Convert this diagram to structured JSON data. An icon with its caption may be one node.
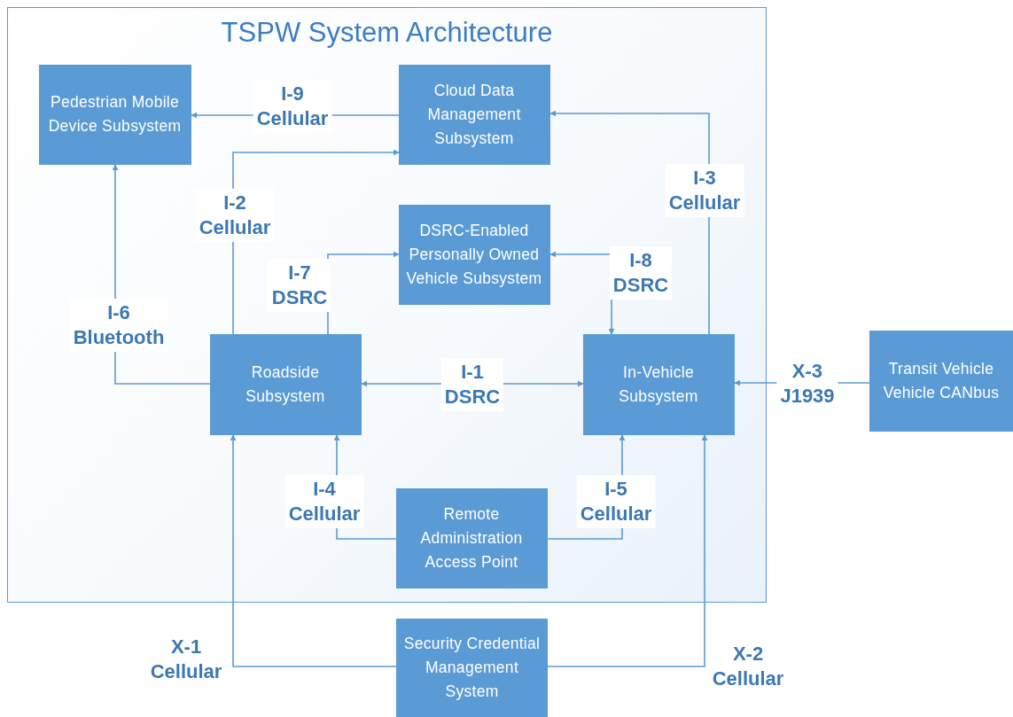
{
  "diagram": {
    "nodes": [
      {
        "text": [
          "TSPW System Architecture"
        ]
      },
      {
        "text": [
          "Pedestrian Mobile Device Subsystem"
        ],
        "in": 0
      },
      {
        "text": [
          "Cloud Data Management Subsystem"
        ],
        "in": 0
      },
      {
        "text": [
          "DSRC-Enabled Personally Owned Vehicle Subsystem"
        ],
        "in": 0
      },
      {
        "text": [
          "Roadside Subsystem"
        ],
        "in": 0
      },
      {
        "text": [
          "In-Vehicle Subsystem"
        ],
        "in": 0
      },
      {
        "text": [
          "Remote Administration Access Point"
        ],
        "in": 0
      },
      {
        "text": [
          "Transit Vehicle Vehicle CANbus"
        ]
      },
      {
        "text": [
          "Security Credential Management System"
        ]
      }
    ],
    "edges": [
      {
        "from": 2,
        "to": 1,
        "arrow": "to",
        "label": "I-9 Cellular"
      },
      {
        "from": 4,
        "to": 2,
        "arrow": "to",
        "label": "I-2 Cellular"
      },
      {
        "from": 5,
        "to": 2,
        "arrow": "to",
        "label": "I-3 Cellular"
      },
      {
        "from": 4,
        "to": 3,
        "arrow": "to",
        "label": "I-7 DSRC"
      },
      {
        "from": 3,
        "to": 5,
        "arrow": "both",
        "label": "I-8 DSRC"
      },
      {
        "from": 4,
        "to": 1,
        "arrow": "to",
        "label": "I-6 Bluetooth"
      },
      {
        "from": 4,
        "to": 5,
        "arrow": "both",
        "label": "I-1 DSRC"
      },
      {
        "from": 6,
        "to": 4,
        "arrow": "to",
        "label": "I-4 Cellular"
      },
      {
        "from": 6,
        "to": 5,
        "arrow": "to",
        "label": "I-5 Cellular"
      },
      {
        "from": 7,
        "to": 5,
        "arrow": "to",
        "label": "X-3 J1939"
      },
      {
        "from": 8,
        "to": 4,
        "arrow": "to",
        "label": "X-1 Cellular"
      },
      {
        "from": 8,
        "to": 5,
        "arrow": "to",
        "label": "X-2 Cellular"
      }
    ]
  }
}
